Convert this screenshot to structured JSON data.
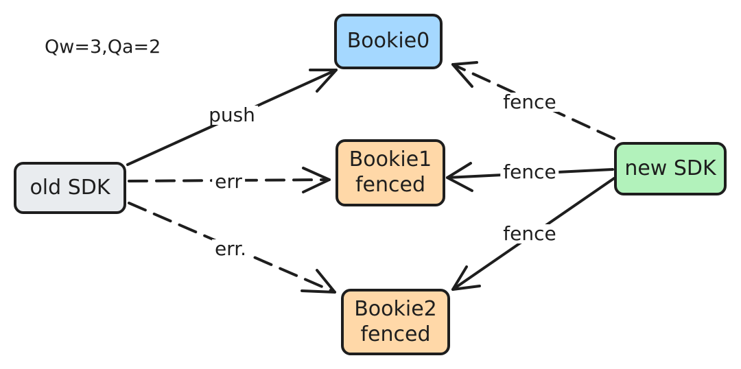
{
  "note": "Qw=3,Qa=2",
  "nodes": {
    "old_sdk": {
      "label": "old SDK",
      "fill": "#e9ecef"
    },
    "bookie0": {
      "label": "Bookie0",
      "fill": "#a5d8ff"
    },
    "bookie1": {
      "label": "Bookie1\nfenced",
      "fill": "#ffd8a8"
    },
    "bookie2": {
      "label": "Bookie2\nfenced",
      "fill": "#ffd8a8"
    },
    "new_sdk": {
      "label": "new SDK",
      "fill": "#b2f2bb"
    }
  },
  "edges": {
    "old_to_bookie0": {
      "label": "push",
      "style": "solid"
    },
    "old_to_bookie1": {
      "label": "err",
      "style": "dashed"
    },
    "old_to_bookie2": {
      "label": "err.",
      "style": "dashed"
    },
    "new_to_bookie0": {
      "label": "fence",
      "style": "dashed"
    },
    "new_to_bookie1": {
      "label": "fence",
      "style": "solid"
    },
    "new_to_bookie2": {
      "label": "fence",
      "style": "solid"
    }
  }
}
